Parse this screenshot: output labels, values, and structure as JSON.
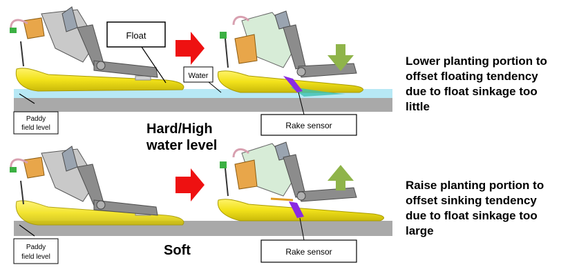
{
  "callouts": {
    "float": "Float",
    "water": "Water",
    "rake_sensor_top": "Rake sensor",
    "rake_sensor_bottom": "Rake sensor",
    "paddy_top": [
      "Paddy",
      "field level"
    ],
    "paddy_bottom": [
      "Paddy",
      "field level"
    ]
  },
  "conditions": {
    "hard_high": [
      "Hard/High",
      "water level"
    ],
    "soft": "Soft"
  },
  "descriptions": {
    "top": [
      "Lower planting portion to",
      "offset floating tendency",
      "due to float sinkage too",
      "little"
    ],
    "bottom": [
      "Raise planting portion to",
      "offset sinking tendency",
      "due to float sinkage too",
      "large"
    ]
  },
  "colors": {
    "water": "#b7e8f5",
    "ground": "#a9a9a9",
    "float": "#f2e21a",
    "arrow_right": "#ee1111",
    "arrow_updown": "#8fb44a",
    "sensor": "#8a2be2",
    "frame": "#8c8c8c"
  },
  "icons": {
    "transition": "red-right-arrow",
    "lower": "green-down-arrow",
    "raise": "green-up-arrow"
  }
}
